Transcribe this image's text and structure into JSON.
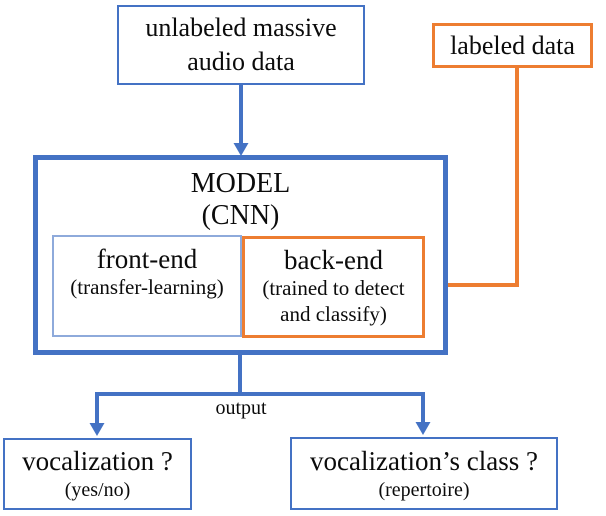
{
  "colors": {
    "blue": "#4472C4",
    "blue_light": "#8EAADB",
    "orange": "#ED7D31",
    "text": "#0b0b0b",
    "background": "#ffffff"
  },
  "nodes": {
    "unlabeled_data": {
      "line1": "unlabeled massive",
      "line2": "audio data"
    },
    "labeled_data": {
      "label": "labeled data"
    },
    "model": {
      "title": "MODEL",
      "subtitle": "(CNN)"
    },
    "front_end": {
      "title": "front-end",
      "subtitle": "(transfer-learning)"
    },
    "back_end": {
      "title": "back-end",
      "subtitle_line1": "(trained to detect",
      "subtitle_line2": "and classify)"
    },
    "vocalization": {
      "title": "vocalization ?",
      "subtitle": "(yes/no)"
    },
    "vocalization_class": {
      "title": "vocalization’s class ?",
      "subtitle": "(repertoire)"
    }
  },
  "edges": {
    "output_label": "output"
  }
}
